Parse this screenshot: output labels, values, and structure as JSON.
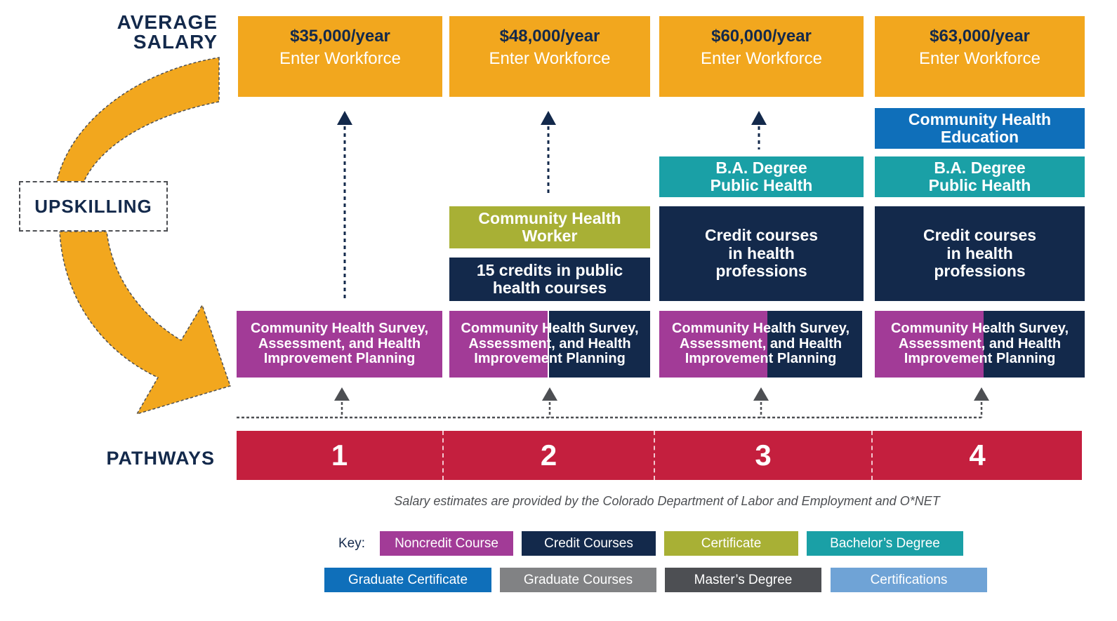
{
  "labels": {
    "average_salary_line1": "AVERAGE",
    "average_salary_line2": "SALARY",
    "upskilling": "UPSKILLING",
    "pathways": "PATHWAYS"
  },
  "salaries": [
    {
      "amount": "$35,000/year",
      "label": "Enter Workforce"
    },
    {
      "amount": "$48,000/year",
      "label": "Enter Workforce"
    },
    {
      "amount": "$60,000/year",
      "label": "Enter Workforce"
    },
    {
      "amount": "$63,000/year",
      "label": "Enter Workforce"
    }
  ],
  "columns": [
    {
      "base": {
        "line1": "Community Health Survey,",
        "line2": "Assessment, and Health",
        "line3": "Improvement Planning",
        "type": "Noncredit Course"
      },
      "stack": []
    },
    {
      "base": {
        "line1": "Community Health Survey,",
        "line2": "Assessment, and Health",
        "line3": "Improvement Planning",
        "type": "Noncredit Course / Credit Courses"
      },
      "stack": [
        {
          "line1": "15 credits in public",
          "line2": "health courses",
          "type": "Credit Courses"
        },
        {
          "line1": "Community Health",
          "line2": "Worker",
          "type": "Certificate"
        }
      ]
    },
    {
      "base": {
        "line1": "Community Health Survey,",
        "line2": "Assessment, and Health",
        "line3": "Improvement Planning",
        "type": "Noncredit Course / Credit Courses"
      },
      "stack": [
        {
          "line1": "Credit courses",
          "line2": "in health",
          "line3": "professions",
          "type": "Credit Courses"
        },
        {
          "line1": "B.A. Degree",
          "line2": "Public Health",
          "type": "Bachelor's Degree"
        }
      ]
    },
    {
      "base": {
        "line1": "Community Health Survey,",
        "line2": "Assessment, and Health",
        "line3": "Improvement Planning",
        "type": "Noncredit Course / Credit Courses"
      },
      "stack": [
        {
          "line1": "Credit courses",
          "line2": "in health",
          "line3": "professions",
          "type": "Credit Courses"
        },
        {
          "line1": "B.A. Degree",
          "line2": "Public Health",
          "type": "Bachelor's Degree"
        },
        {
          "line1": "Community Health",
          "line2": "Education",
          "type": "Graduate Certificate"
        }
      ]
    }
  ],
  "pathways": [
    "1",
    "2",
    "3",
    "4"
  ],
  "footnote": "Salary estimates are provided by the Colorado Department of Labor and Employment and O*NET",
  "key": {
    "label": "Key:",
    "items": [
      {
        "label": "Noncredit Course",
        "color": "#a23b97"
      },
      {
        "label": "Credit Courses",
        "color": "#13294b"
      },
      {
        "label": "Certificate",
        "color": "#a8b035"
      },
      {
        "label": "Bachelor’s Degree",
        "color": "#1aa0a6"
      },
      {
        "label": "Graduate Certificate",
        "color": "#0f6fba"
      },
      {
        "label": "Graduate Courses",
        "color": "#818284"
      },
      {
        "label": "Master’s Degree",
        "color": "#4d4f53"
      },
      {
        "label": "Certifications",
        "color": "#6fa3d6"
      }
    ]
  },
  "colors": {
    "salary_orange": "#f2a71e",
    "navy": "#13294b",
    "noncredit_purple": "#a23b97",
    "certificate_olive": "#a8b035",
    "bachelor_teal": "#1aa0a6",
    "grad_cert_blue": "#0f6fba",
    "pathway_red": "#c41f3e",
    "arrow_gray": "#4d4f53"
  }
}
